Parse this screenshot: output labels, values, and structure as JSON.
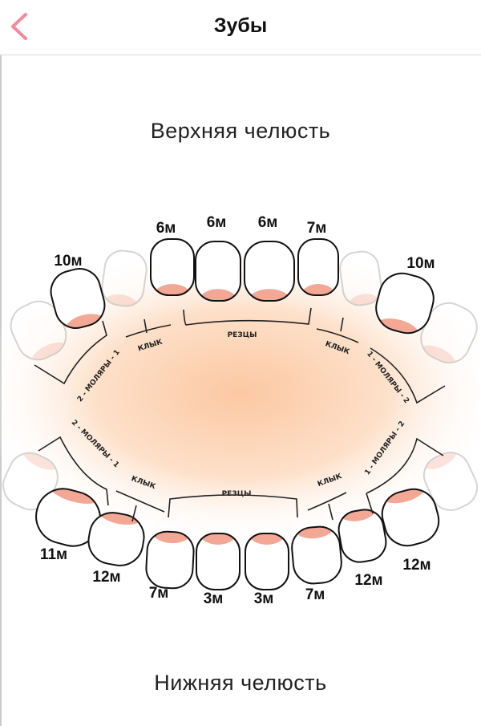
{
  "header": {
    "title": "Зубы",
    "back_icon": "chevron-left-icon",
    "accent": "#f48a9b"
  },
  "upper": {
    "title": "Верхняя челюсть",
    "teeth_labels": [
      "10м",
      "6м",
      "6м",
      "6м",
      "7м",
      "10м"
    ],
    "segments": {
      "left_molars": "2 - МОЛЯРЫ - 1",
      "left_canine": "КЛЫК",
      "incisors": "РЕЗЦЫ",
      "right_canine": "КЛЫК",
      "right_molars": "1 - МОЛЯРЫ - 2"
    }
  },
  "lower": {
    "title": "Нижняя челюсть",
    "teeth_labels": [
      "11м",
      "12м",
      "7м",
      "3м",
      "3м",
      "7м",
      "12м",
      "12м"
    ],
    "segments": {
      "left_molars": "2 - МОЛЯРЫ - 1",
      "left_canine": "КЛЫК",
      "incisors": "РЕЗЦЫ",
      "right_canine": "КЛЫК",
      "right_molars": "1 - МОЛЯРЫ - 2"
    }
  },
  "colors": {
    "gum": "#f3a795",
    "glow": "#fcc8a2"
  }
}
